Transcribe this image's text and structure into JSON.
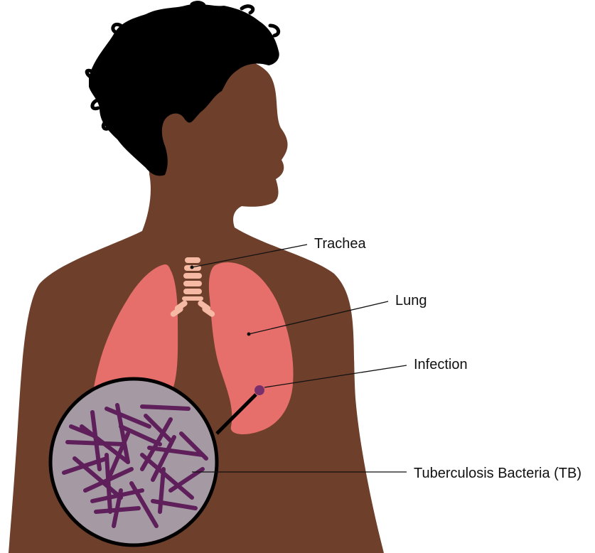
{
  "labels": {
    "trachea": "Trachea",
    "lung": "Lung",
    "infection": "Infection",
    "bacteria": "Tuberculosis Bacteria (TB)"
  },
  "colors": {
    "skin": "#6e3f2a",
    "hair": "#000000",
    "lung": "#e76f6b",
    "trachea": "#f6b9a3",
    "infection_dot": "#7a2f6d",
    "magnifier_fill": "#a59aa4",
    "bacteria": "#5e1f5b",
    "leader_line": "#111111"
  },
  "icons": {
    "magnifier": "magnifier-circle-icon",
    "bacteria": "rod-bacteria-icon"
  }
}
